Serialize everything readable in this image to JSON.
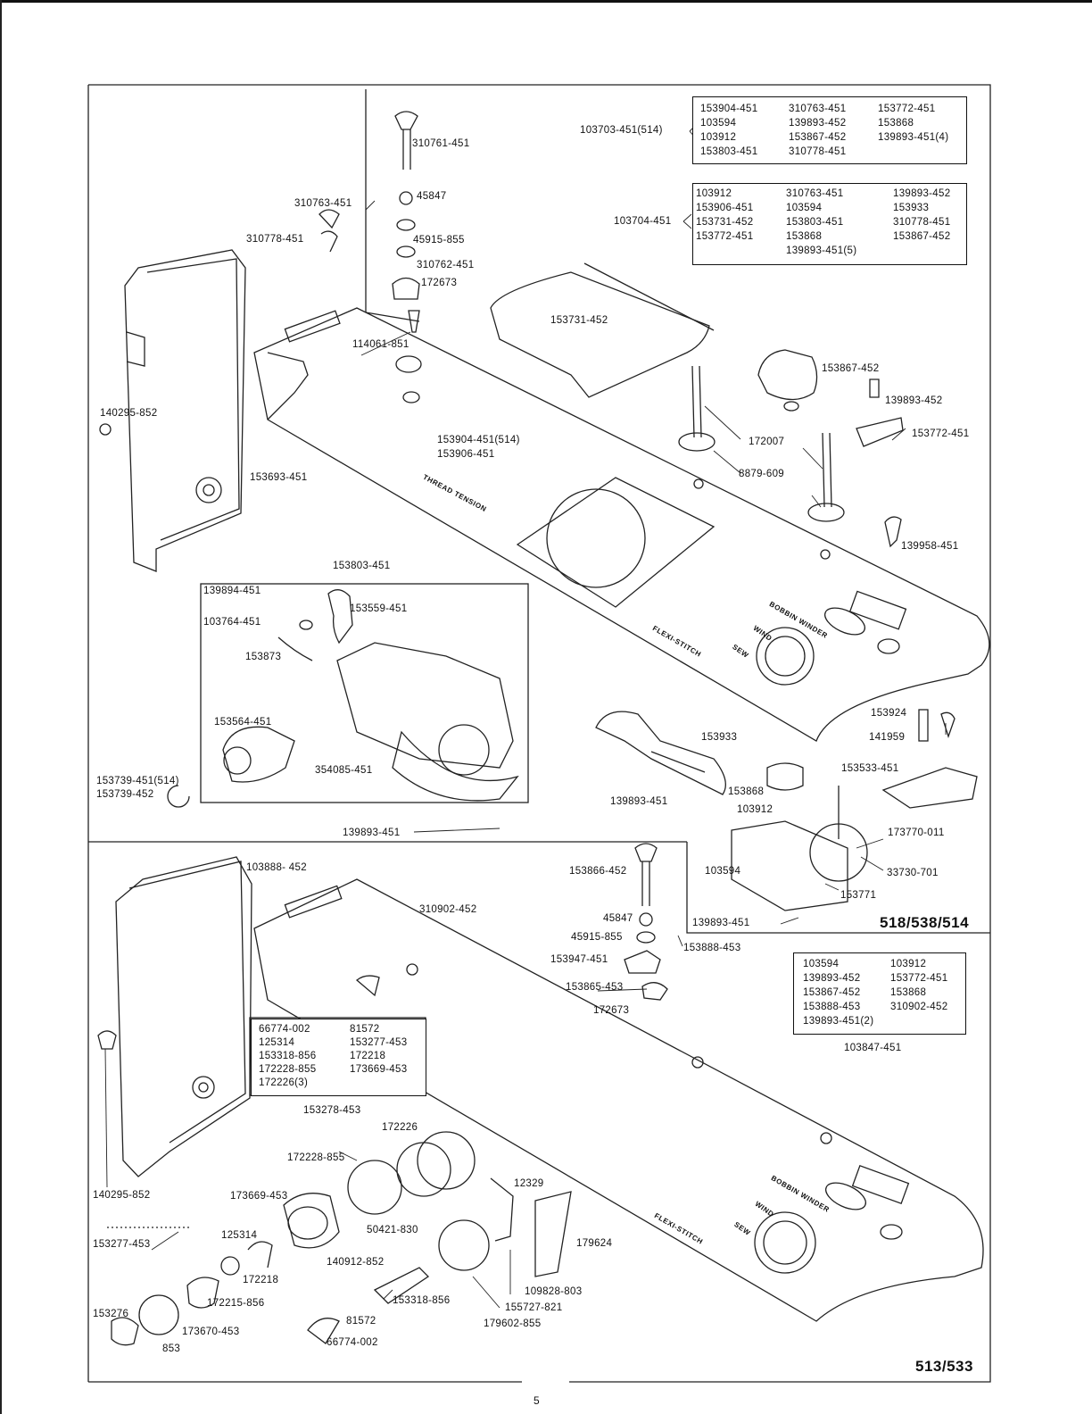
{
  "models": {
    "top": "518/538/514",
    "bottom": "513/533"
  },
  "page_number": "5",
  "stamps": {
    "thread_tension": "THREAD TENSION",
    "bobbin_winder_top": "BOBBIN WINDER",
    "wind_top": "WIND",
    "sew_top": "SEW",
    "flexi_stitch_top": "FLEXI-STITCH",
    "bobbin_winder_bottom": "BOBBIN WINDER",
    "wind_bottom": "WIND",
    "sew_bottom": "SEW",
    "flexi_stitch_bottom": "FLEXI-STITCH"
  },
  "kits": {
    "k103703": {
      "label": "103703-451(514)",
      "rows": [
        [
          "153904-451",
          "310763-451",
          "153772-451"
        ],
        [
          "103594",
          "139893-452",
          "153868"
        ],
        [
          "103912",
          "153867-452",
          "139893-451(4)"
        ],
        [
          "153803-451",
          "310778-451",
          ""
        ]
      ]
    },
    "k103704": {
      "label": "103704-451",
      "rows": [
        [
          "103912",
          "310763-451",
          "139893-452"
        ],
        [
          "153906-451",
          "103594",
          "153933"
        ],
        [
          "153731-452",
          "153803-451",
          "310778-451"
        ],
        [
          "153772-451",
          "153868",
          "153867-452"
        ],
        [
          "",
          "139893-451(5)",
          ""
        ]
      ]
    },
    "k103847": {
      "label": "103847-451",
      "rows": [
        [
          "103594",
          "103912"
        ],
        [
          "139893-452",
          "153772-451"
        ],
        [
          "153867-452",
          "153868"
        ],
        [
          "153888-453",
          "310902-452"
        ],
        [
          "139893-451(2)",
          ""
        ]
      ]
    },
    "k153278": {
      "label": "153278-453",
      "rows": [
        [
          "66774-002",
          "81572"
        ],
        [
          "125314",
          "153277-453"
        ],
        [
          "153318-856",
          "172218"
        ],
        [
          "172228-855",
          "173669-453"
        ],
        [
          "172226(3)",
          ""
        ]
      ]
    }
  },
  "callouts": {
    "c310761_451": "310761-451",
    "c45847_a": "45847",
    "c310763_451": "310763-451",
    "c310778_451": "310778-451",
    "c45915_855_a": "45915-855",
    "c310762_451": "310762-451",
    "c172673_a": "172673",
    "c114061_851": "114061-851",
    "c153731_452": "153731-452",
    "c153867_452": "153867-452",
    "c139893_452": "139893-452",
    "c153772_451": "153772-451",
    "c140295_852_a": "140295-852",
    "c153904_451_514": "153904-451(514)",
    "c153906_451": "153906-451",
    "c172007": "172007",
    "c8879_609": "8879-609",
    "c153693_451": "153693-451",
    "c139958_451": "139958-451",
    "c153803_451": "153803-451",
    "c139894_451": "139894-451",
    "c153559_451": "153559-451",
    "c103764_451": "103764-451",
    "c153873": "153873",
    "c153564_451": "153564-451",
    "c354085_451": "354085-451",
    "c153739_451_514": "153739-451(514)",
    "c153739_452": "153739-452",
    "c139893_451_a": "139893-451",
    "c153933": "153933",
    "c153924": "153924",
    "c141959": "141959",
    "c153533_451": "153533-451",
    "c153868": "153868",
    "c139893_451_b": "139893-451",
    "c103912": "103912",
    "c173770_011": "173770-011",
    "c103594": "103594",
    "c33730_701": "33730-701",
    "c153771": "153771",
    "c139893_451_c": "139893-451",
    "c103888_452": "103888- 452",
    "c310902_452": "310902-452",
    "c153866_452": "153866-452",
    "c45847_b": "45847",
    "c45915_855_b": "45915-855",
    "c153947_451": "153947-451",
    "c153888_453": "153888-453",
    "c153865_453": "153865-453",
    "c172673_b": "172673",
    "c140295_852_b": "140295-852",
    "c172226": "172226",
    "c172228_855": "172228-855",
    "c12329": "12329",
    "c173669_453": "173669-453",
    "c125314": "125314",
    "c50421_830": "50421-830",
    "c153277_453": "153277-453",
    "c140912_852": "140912-852",
    "c172218": "172218",
    "c179624": "179624",
    "c109828_803": "109828-803",
    "c153318_856": "153318-856",
    "c155727_821": "155727-821",
    "c179602_855": "179602-855",
    "c172215_856": "172215-856",
    "c153276": "153276",
    "c173670_453": "173670-453",
    "c81572": "81572",
    "c66774_002": "66774-002",
    "c853": "853"
  }
}
